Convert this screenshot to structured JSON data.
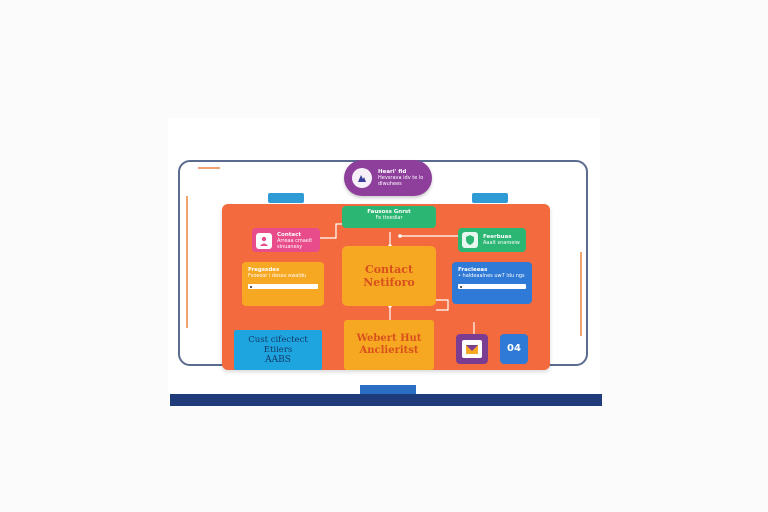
{
  "hub": {
    "title": "Heari' fid",
    "subtitle": "Hevsrava idv te lo dlwuhees"
  },
  "top_node": {
    "title": "Fausoss Gnrst",
    "subtitle": "Fe tteedlar"
  },
  "contact_card": {
    "title": "Contact",
    "subtitle": "Arreaa cmaelt sinuanesy"
  },
  "form_left": {
    "title": "Fregssdes",
    "subtitle": "Fsoesor i dessu ewaldu"
  },
  "center_top": {
    "line1": "Contact",
    "line2": "Netiforo"
  },
  "right_card": {
    "title": "Feerbuas",
    "subtitle": "Aaalt snaroeiw"
  },
  "form_right": {
    "title": "Fracleeas",
    "subtitle": "• haldeaalnes uw7 ldu ngs"
  },
  "blue_card": {
    "line1": "Cust cifectect",
    "line2": "Etiiers",
    "line3": "AABS"
  },
  "center_bottom": {
    "line1": "Webert Hut",
    "line2": "Anclieritst"
  },
  "small_label": "04",
  "colors": {
    "panel": "#f26a3d",
    "hub": "#8e3f9c",
    "pink": "#e84c8b",
    "green": "#2bb673",
    "yellow": "#f7a823",
    "blue": "#2f7ad6",
    "cyan": "#1ea5e0",
    "purple": "#7b3d92"
  }
}
